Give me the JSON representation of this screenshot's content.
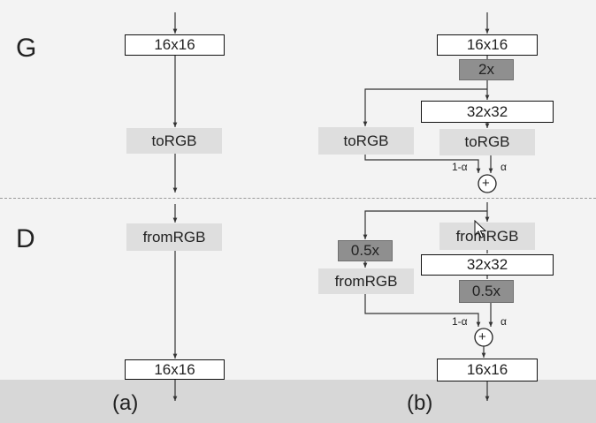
{
  "sections": {
    "generator_label": "G",
    "discriminator_label": "D"
  },
  "captions": {
    "a": "(a)",
    "b": "(b)"
  },
  "panel_a": {
    "g_input": "16x16",
    "g_torgb": "toRGB",
    "d_fromrgb": "fromRGB",
    "d_output": "16x16"
  },
  "panel_b": {
    "g_input": "16x16",
    "g_upsample": "2x",
    "g_new_layer": "32x32",
    "g_torgb_old": "toRGB",
    "g_torgb_new": "toRGB",
    "g_weight_old": "1-α",
    "g_weight_new": "α",
    "g_sum": "+",
    "d_fromrgb_new": "fromRGB",
    "d_downsample_old": "0.5x",
    "d_fromrgb_old": "fromRGB",
    "d_new_layer": "32x32",
    "d_downsample_new": "0.5x",
    "d_weight_old": "1-α",
    "d_weight_new": "α",
    "d_sum": "+",
    "d_output": "16x16"
  },
  "colors": {
    "line": "#333333",
    "box_border": "#111111",
    "light_box": "#dedede",
    "dark_box": "#8f8f8f",
    "background": "#f3f3f3",
    "bottom_band": "#d7d7d7"
  }
}
